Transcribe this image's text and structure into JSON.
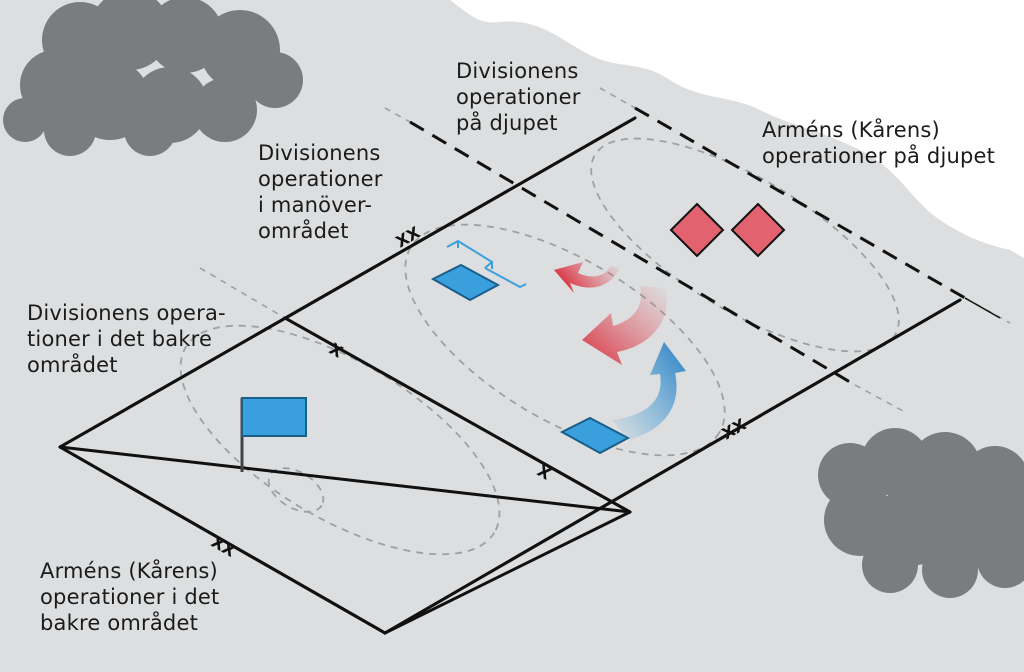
{
  "labels": {
    "division_deep": "Divisionens\noperationer\npå djupet",
    "army_deep": "Arméns (Kårens)\noperationer på djupet",
    "division_maneuver": "Divisionens\noperationer\ni manöver-\nområdet",
    "division_rear": "Divisionens opera-\ntioner i det bakre\nområdet",
    "army_rear": "Arméns (Kårens)\noperationer i det\nbakre området"
  },
  "boundary_marks": {
    "division_xx": "XX",
    "brigade_x": "X"
  },
  "colors": {
    "map_bg": "#dcdedf",
    "cloud": "#7b7c7d",
    "friendly": "#3aa0dd",
    "enemy": "#e2636f",
    "lines": "#111111",
    "dashed_areas": "#9ea1a3"
  }
}
